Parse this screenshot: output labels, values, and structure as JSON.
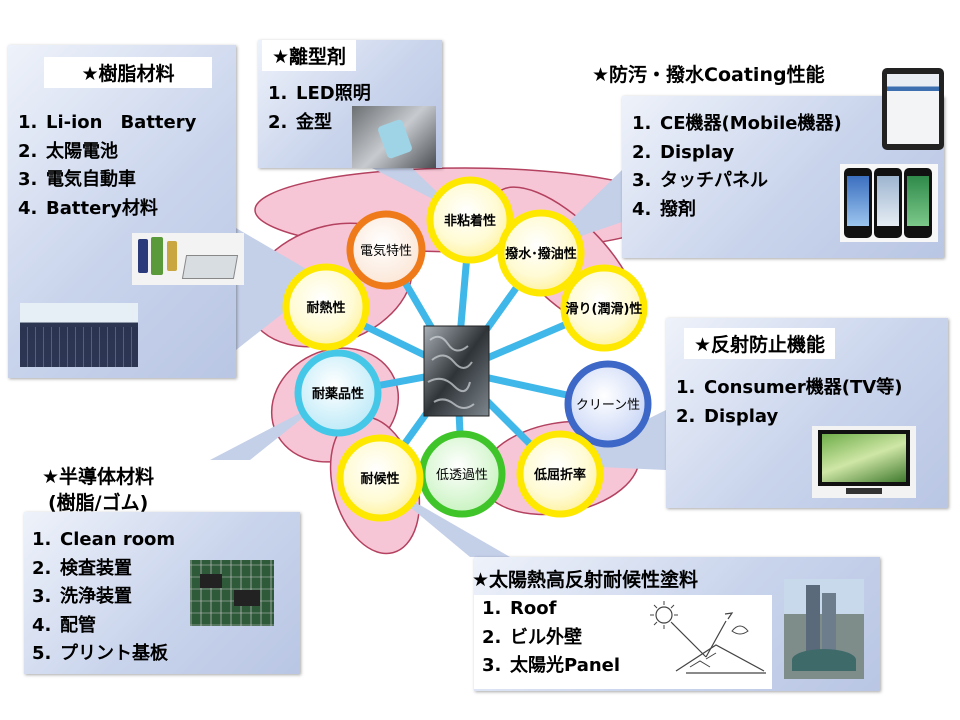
{
  "center_nodes": [
    {
      "key": "electrical",
      "label": "電気特性",
      "bold": false
    },
    {
      "key": "nonstick",
      "label": "非粘着性",
      "bold": true
    },
    {
      "key": "water_oil",
      "label": "撥水･撥油性",
      "bold": true
    },
    {
      "key": "slip",
      "label": "滑り(潤滑)性",
      "bold": true
    },
    {
      "key": "clean",
      "label": "クリーン性",
      "bold": false
    },
    {
      "key": "low_refraction",
      "label": "低屈折率",
      "bold": true
    },
    {
      "key": "low_permeability",
      "label": "低透過性",
      "bold": false
    },
    {
      "key": "weather",
      "label": "耐候性",
      "bold": true
    },
    {
      "key": "chemical",
      "label": "耐薬品性",
      "bold": true
    },
    {
      "key": "heat",
      "label": "耐熱性",
      "bold": true
    }
  ],
  "panels": {
    "resin": {
      "title": "★樹脂材料",
      "items": [
        {
          "num": "1.",
          "text": "Li-ion　Battery"
        },
        {
          "num": "2.",
          "text": "太陽電池"
        },
        {
          "num": "3.",
          "text": "電気自動車"
        },
        {
          "num": "4.",
          "text": "Battery材料"
        }
      ]
    },
    "release": {
      "title": "★離型剤",
      "items": [
        {
          "num": "1.",
          "text": "LED照明"
        },
        {
          "num": "2.",
          "text": "金型"
        }
      ]
    },
    "antifouling": {
      "title": "★防汚・撥水Coating性能",
      "items": [
        {
          "num": "1.",
          "text": "CE機器(Mobile機器)"
        },
        {
          "num": "2.",
          "text": "Display"
        },
        {
          "num": "3.",
          "text": "タッチパネル"
        },
        {
          "num": "4.",
          "text": "撥剤"
        }
      ]
    },
    "antireflection": {
      "title": "★反射防止機能",
      "items": [
        {
          "num": "1.",
          "text": "Consumer機器(TV等)"
        },
        {
          "num": "2.",
          "text": "Display"
        }
      ]
    },
    "semiconductor": {
      "title": "★半導体材料",
      "subtitle": "(樹脂/ゴム)",
      "items": [
        {
          "num": "1.",
          "text": "Clean room"
        },
        {
          "num": "2.",
          "text": "検査装置"
        },
        {
          "num": "3.",
          "text": "洗浄装置"
        },
        {
          "num": "4.",
          "text": "配管"
        },
        {
          "num": "5.",
          "text": "プリント基板"
        }
      ]
    },
    "solar_paint": {
      "title": "★太陽熱高反射耐候性塗料",
      "items": [
        {
          "num": "1.",
          "text": "Roof"
        },
        {
          "num": "2.",
          "text": "ビル外壁"
        },
        {
          "num": "3.",
          "text": "太陽光Panel"
        }
      ]
    }
  },
  "colors": {
    "petal_fill": "#f7c6d6",
    "petal_stroke": "#b3415f",
    "yellow_ring": "#ffe800",
    "yellow_core": "#fffde0",
    "orange_ring": "#ef7a1a",
    "blue_ring": "#3d68c8",
    "cyan_ring": "#45c8e8",
    "green_ring": "#3fc52a",
    "spoke": "#3fb7e8",
    "callout": "#c4cfe8"
  }
}
